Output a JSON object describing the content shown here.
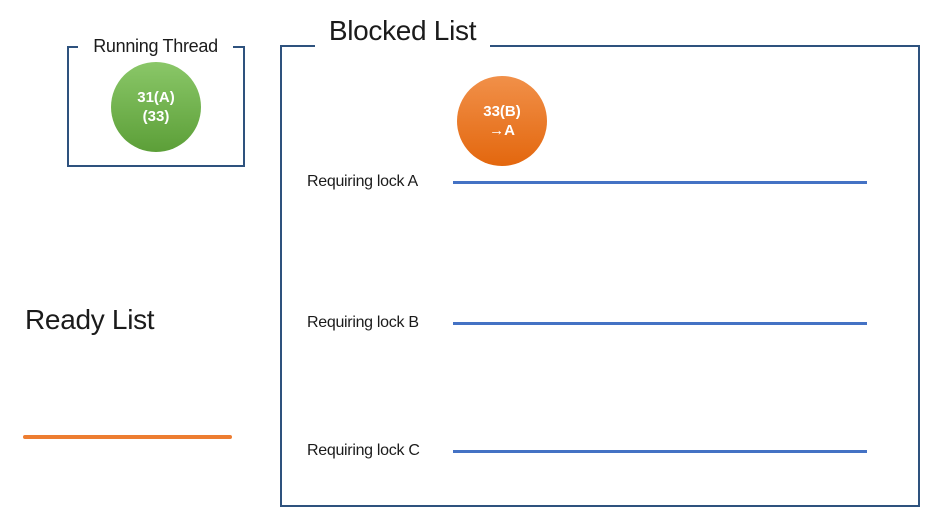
{
  "colors": {
    "box_border": "#2e527e",
    "lock_line": "#4472c4",
    "ready_line": "#ed7d31",
    "green_top": "#8ac768",
    "green_bottom": "#5c9f38",
    "orange_top": "#f19049",
    "orange_bottom": "#e3670e",
    "circle_text": "#ffffff",
    "text": "#1b1b1b",
    "bg": "#ffffff"
  },
  "running_box": {
    "title": "Running Thread",
    "thread": {
      "line1": "31(A)",
      "line2": "(33)"
    }
  },
  "ready_list": {
    "title": "Ready List"
  },
  "blocked_box": {
    "title": "Blocked List",
    "thread": {
      "line1": "33(B)",
      "line2": "→A"
    },
    "queues": [
      {
        "label": "Requiring lock A"
      },
      {
        "label": "Requiring lock B"
      },
      {
        "label": "Requiring lock C"
      }
    ]
  }
}
